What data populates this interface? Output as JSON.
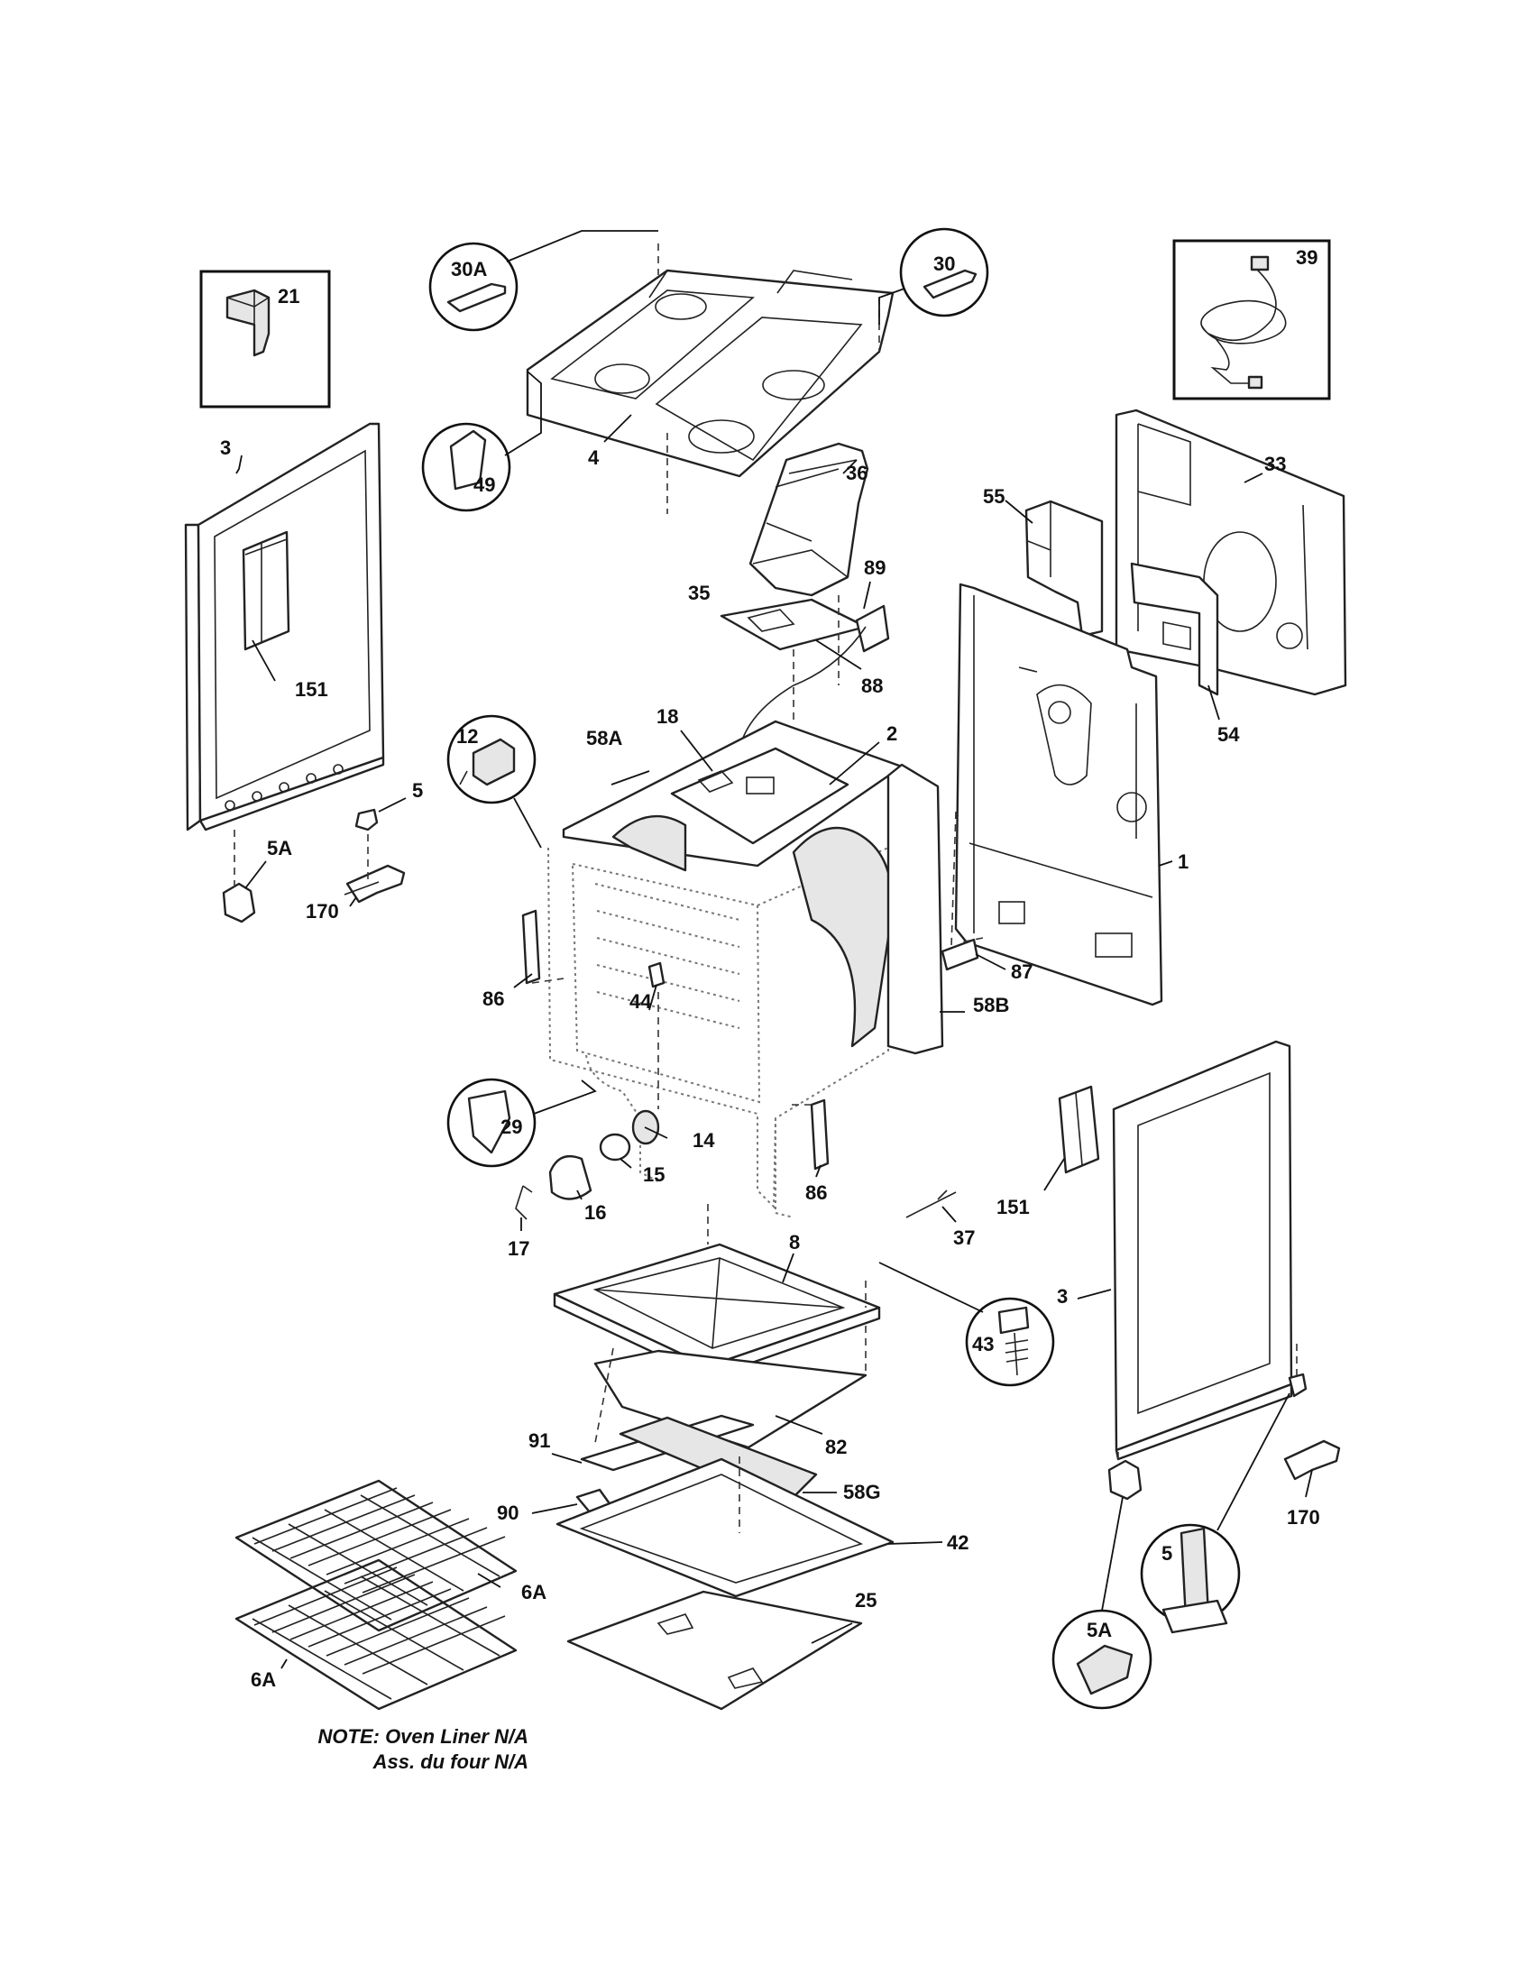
{
  "callouts": {
    "p21": "21",
    "p39": "39",
    "p30A": "30A",
    "p30": "30",
    "p49": "49",
    "p4": "4",
    "p3_left": "3",
    "p151_left": "151",
    "p36": "36",
    "p35": "35",
    "p89": "89",
    "p88": "88",
    "p55": "55",
    "p33": "33",
    "p54": "54",
    "p12": "12",
    "p18": "18",
    "p58A": "58A",
    "p2": "2",
    "p1": "1",
    "p5_left": "5",
    "p5A_left": "5A",
    "p170_left": "170",
    "p87": "87",
    "p86_left": "86",
    "p44": "44",
    "p58B": "58B",
    "p29": "29",
    "p14": "14",
    "p15": "15",
    "p16": "16",
    "p17": "17",
    "p86_right": "86",
    "p151_right": "151",
    "p37": "37",
    "p8": "8",
    "p3_right": "3",
    "p43": "43",
    "p82": "82",
    "p91": "91",
    "p58G": "58G",
    "p90": "90",
    "p42": "42",
    "p170_right": "170",
    "p5_right": "5",
    "p6A_top": "6A",
    "p25": "25",
    "p5A_right": "5A",
    "p6A_bottom": "6A"
  },
  "note": {
    "line1": "NOTE: Oven Liner N/A",
    "line2": "Ass. du four N/A"
  }
}
